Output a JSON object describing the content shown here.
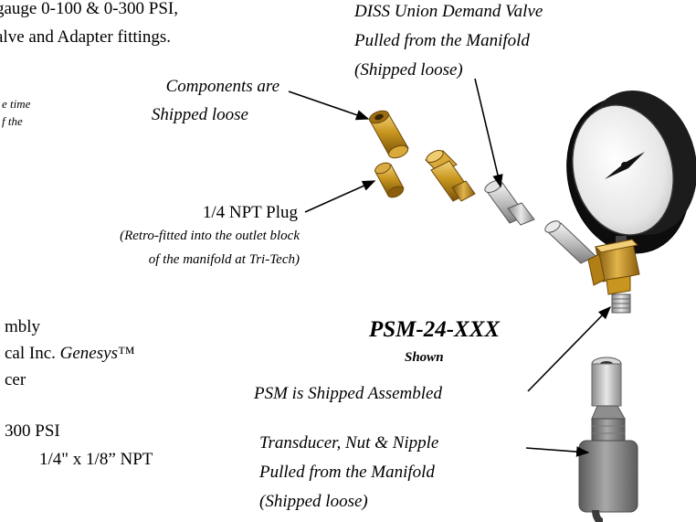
{
  "left_text": {
    "line1": "gauge 0-100 & 0-300 PSI,",
    "line2": "alve and Adapter fittings.",
    "note1": "e time",
    "note2": "f the",
    "assembly": "mbly",
    "genesys_prefix": "cal Inc. ",
    "genesys_brand": "Genesys",
    "genesys_tm": "™",
    "transducer": "cer",
    "pressure": "300 PSI",
    "fitting": "1/4\" x 1/8” NPT"
  },
  "callouts": {
    "diss_line1": "DISS Union Demand Valve",
    "diss_line2": "Pulled from the Manifold",
    "diss_line3": "(Shipped loose)",
    "components_line1": "Components are",
    "components_line2": "Shipped loose",
    "plug_title": "1/4 NPT Plug",
    "plug_note1": "(Retro-fitted into the outlet block",
    "plug_note2": "of the manifold at Tri-Tech)",
    "model": "PSM-24-XXX",
    "shown": "Shown",
    "psm_assembled": "PSM is Shipped Assembled",
    "trans_line1": "Transducer, Nut & Nipple",
    "trans_line2": "Pulled from the Manifold",
    "trans_line3": "(Shipped loose)"
  },
  "colors": {
    "brass": "#c8961e",
    "brass_dark": "#8a5e0c",
    "steel": "#c9c9c9",
    "gauge_rim": "#111111",
    "transducer": "#8a8a8a"
  }
}
